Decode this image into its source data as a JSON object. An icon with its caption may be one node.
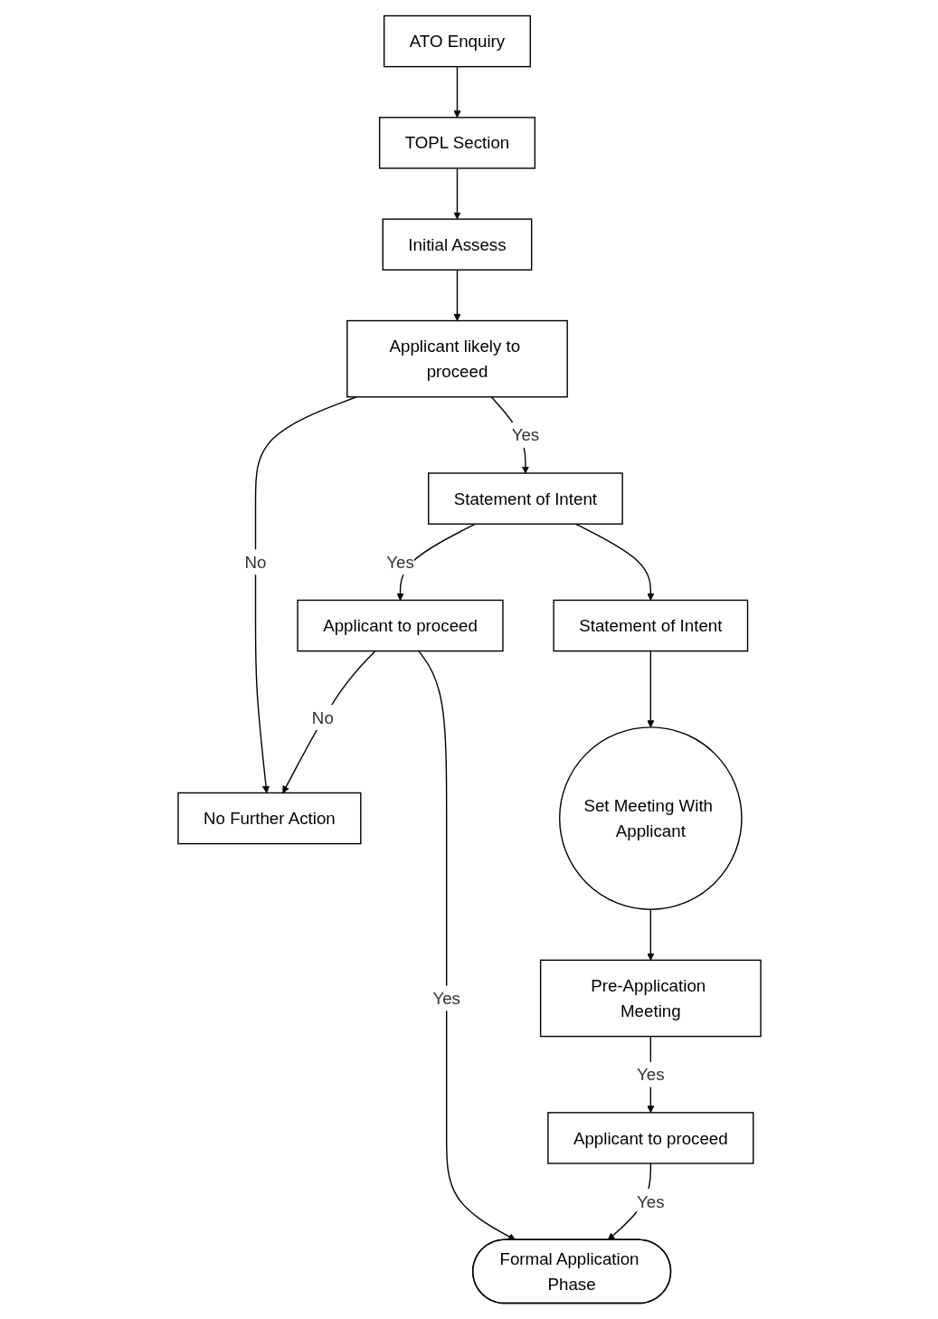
{
  "diagram": {
    "nodes": [
      {
        "text": [
          "ATO Enquiry"
        ]
      },
      {
        "text": [
          "No Further Action"
        ]
      },
      {
        "text": [
          "TOPL Section"
        ]
      },
      {
        "text": [
          "Statement of Intent"
        ]
      },
      {
        "text": [
          "Initial Assess"
        ]
      },
      {
        "text": [
          "Set Meeting With Applicant"
        ]
      },
      {
        "text": [
          "Applicant likely to proceed"
        ]
      },
      {
        "text": [
          "Statement of Intent"
        ]
      },
      {
        "text": [
          "Pre-Application Meeting"
        ]
      },
      {
        "text": [
          "Applicant to proceed"
        ]
      },
      {
        "text": [
          "Applicant to proceed"
        ]
      },
      {
        "text": [
          "Formal Application Phase"
        ]
      }
    ],
    "edges": [
      {
        "from": 0,
        "to": 2,
        "arrow": "to"
      },
      {
        "from": 2,
        "to": 4,
        "arrow": "to"
      },
      {
        "from": 4,
        "to": 6,
        "arrow": "to"
      },
      {
        "from": 6,
        "to": 1,
        "arrow": "to",
        "label": "No"
      },
      {
        "from": 6,
        "to": 7,
        "arrow": "to",
        "label": "Yes"
      },
      {
        "from": 7,
        "to": 3,
        "arrow": "to"
      },
      {
        "from": 3,
        "to": 5,
        "arrow": "to"
      },
      {
        "from": 5,
        "to": 8,
        "arrow": "to"
      },
      {
        "from": 7,
        "to": 9,
        "arrow": "to",
        "label": "Yes"
      },
      {
        "from": 9,
        "to": 1,
        "arrow": "to",
        "label": "No"
      },
      {
        "from": 8,
        "to": 10,
        "arrow": "to",
        "label": "Yes"
      },
      {
        "from": 9,
        "to": 11,
        "arrow": "to",
        "label": "Yes"
      },
      {
        "from": 10,
        "to": 11,
        "arrow": "to",
        "label": "Yes"
      }
    ]
  }
}
